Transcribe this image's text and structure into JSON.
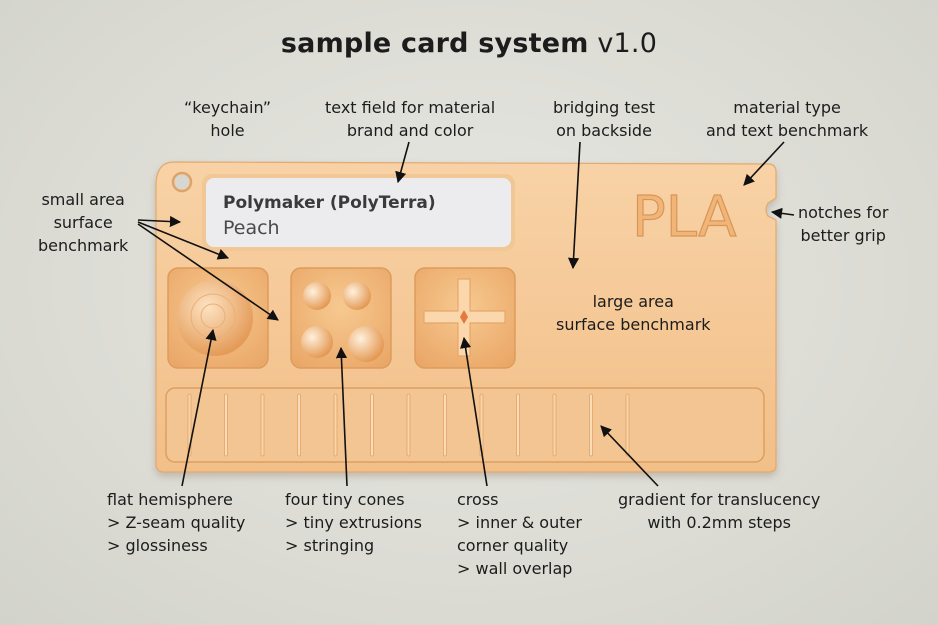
{
  "title": {
    "bold": "sample card system",
    "version": "v1.0"
  },
  "card": {
    "field_line1": "Polymaker (PolyTerra)",
    "field_line2": "Peach",
    "material": "PLA",
    "color": "#f5c896"
  },
  "labels": {
    "keychain": [
      "“keychain”",
      "hole"
    ],
    "textfield": [
      "text field for material",
      "brand and color"
    ],
    "bridging": [
      "bridging test",
      "on backside"
    ],
    "material_type": [
      "material type",
      "and text benchmark"
    ],
    "small_area": [
      "small area",
      "surface",
      "benchmark"
    ],
    "notches": [
      "notches for",
      "better grip"
    ],
    "large_area": [
      "large area",
      "surface benchmark"
    ],
    "hemisphere": [
      "flat hemisphere",
      "> Z-seam quality",
      "> glossiness"
    ],
    "cones": [
      "four tiny cones",
      "> tiny extrusions",
      "> stringing"
    ],
    "cross": [
      "cross",
      "> inner & outer",
      "corner quality",
      "> wall overlap"
    ],
    "gradient": [
      "gradient for translucency",
      "with 0.2mm steps"
    ]
  }
}
